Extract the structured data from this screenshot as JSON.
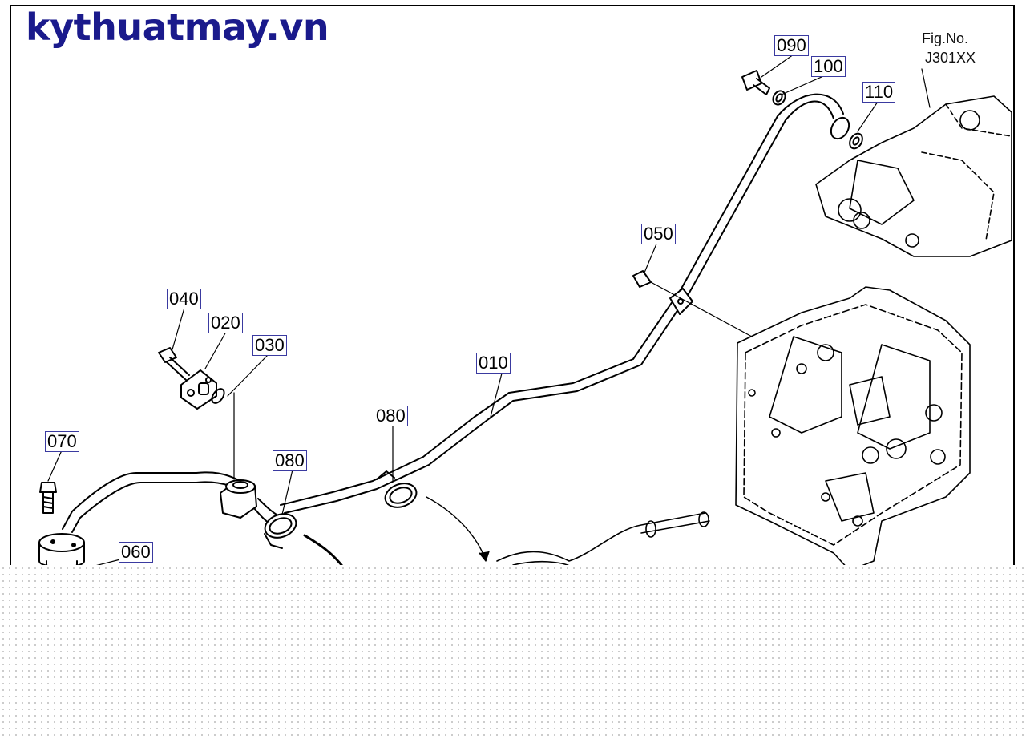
{
  "brand": {
    "text": "kythuatmay.vn",
    "color": "#1a1a8c"
  },
  "figure": {
    "label": "Fig.No.",
    "code": "J301XX"
  },
  "callouts": {
    "c010": "010",
    "c020": "020",
    "c030": "030",
    "c040": "040",
    "c050": "050",
    "c060": "060",
    "c070": "070",
    "c080a": "080",
    "c080b": "080",
    "c090": "090",
    "c100": "100",
    "c110": "110"
  }
}
